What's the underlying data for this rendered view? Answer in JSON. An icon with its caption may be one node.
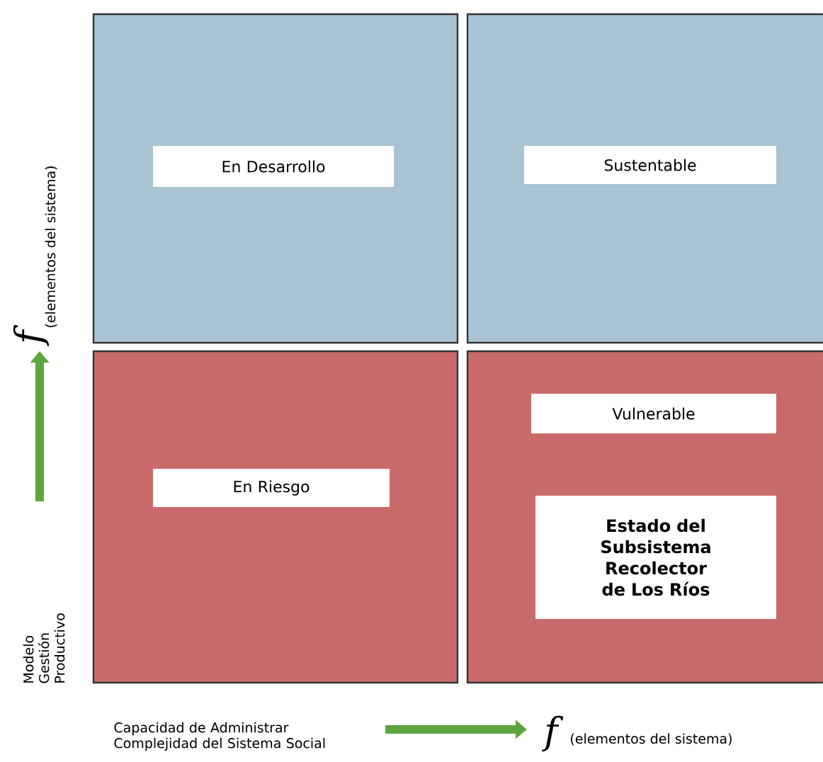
{
  "diagram": {
    "nodes": [
      {
        "text": [],
        "shape": "box"
      },
      {
        "text": [
          "En Desarrollo"
        ],
        "in": 0
      },
      {
        "text": [],
        "shape": "box"
      },
      {
        "text": [
          "Sustentable"
        ],
        "in": 2
      },
      {
        "text": [],
        "shape": "box"
      },
      {
        "text": [
          "En Riesgo"
        ],
        "in": 4
      },
      {
        "text": [],
        "shape": "box"
      },
      {
        "text": [
          "Vulnerable"
        ],
        "in": 6
      },
      {
        "text": [
          "**Estado del Subsistema Recolector de Los Ríos**"
        ],
        "in": 6
      }
    ],
    "edges": [],
    "labels": [
      "f",
      "(elementos del sistema)",
      "Modelo Gestión Productivo",
      "Capacidad de Administrar Complejidad del Sistema Social",
      "f",
      "(elementos del sistema)"
    ]
  }
}
